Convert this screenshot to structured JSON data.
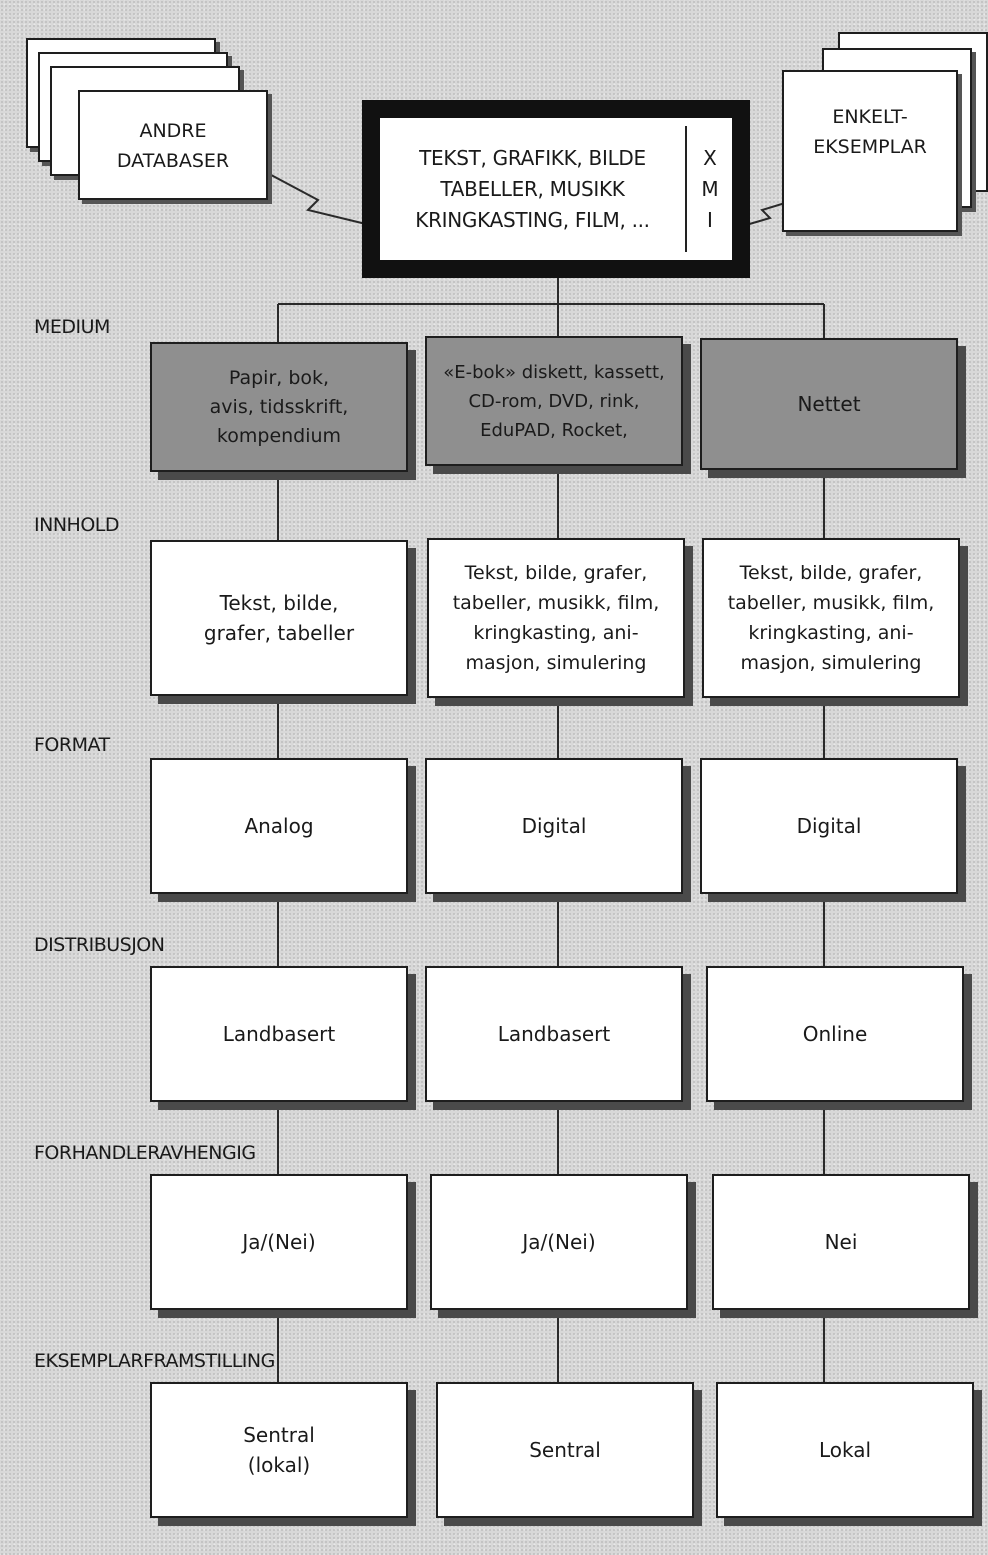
{
  "source": {
    "lines": "TEKST, GRAFIKK, BILDE\nTABELLER, MUSIKK\nKRINGKASTING, FILM, ...",
    "xmi": [
      "X",
      "M",
      "I"
    ]
  },
  "andre_databaser": "ANDRE\nDATABASER",
  "enkelteksemplar": "ENKELT-\nEKSEMPLAR",
  "rows": [
    {
      "label": "MEDIUM",
      "cells": [
        "Papir, bok,\navis, tidsskrift,\nkompendium",
        "«E-bok» diskett, kassett,\nCD-rom, DVD, rink,\nEduPAD, Rocket,",
        "Nettet"
      ]
    },
    {
      "label": "INNHOLD",
      "cells": [
        "Tekst, bilde,\ngrafer, tabeller",
        "Tekst, bilde, grafer,\ntabeller, musikk, film,\nkringkasting, ani-\nmasjon, simulering",
        "Tekst, bilde, grafer,\ntabeller, musikk, film,\nkringkasting, ani-\nmasjon, simulering"
      ]
    },
    {
      "label": "FORMAT",
      "cells": [
        "Analog",
        "Digital",
        "Digital"
      ]
    },
    {
      "label": "DISTRIBUSJON",
      "cells": [
        "Landbasert",
        "Landbasert",
        "Online"
      ]
    },
    {
      "label": "FORHANDLERAVHENGIG",
      "cells": [
        "Ja/(Nei)",
        "Ja/(Nei)",
        "Nei"
      ]
    },
    {
      "label": "EKSEMPLARFRAMSTILLING",
      "cells": [
        "Sentral\n(lokal)",
        "Sentral",
        "Lokal"
      ]
    }
  ]
}
